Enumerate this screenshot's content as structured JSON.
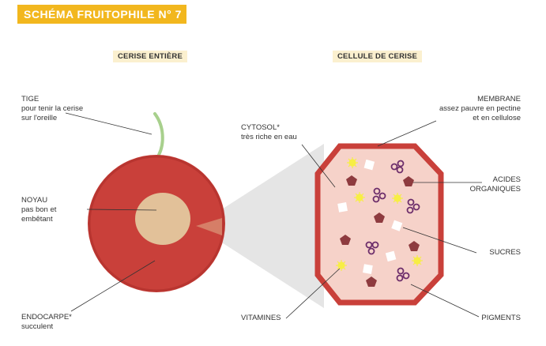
{
  "banner": {
    "title": "SCHÉMA FRUITOPHILE N° 7"
  },
  "sections": {
    "left": "CERISE ENTIÈRE",
    "right": "CELLULE DE CERISE"
  },
  "labels": {
    "tige_title": "TIGE",
    "tige_l1": "pour tenir la cerise",
    "tige_l2": "sur l'oreille",
    "noyau_title": "NOYAU",
    "noyau_l1": "pas bon et",
    "noyau_l2": "embêtant",
    "endocarpe_title": "ENDOCARPE*",
    "endocarpe_l1": "succulent",
    "cytosol_title": "CYTOSOL*",
    "cytosol_l1": "très riche en eau",
    "membrane_title": "MEMBRANE",
    "membrane_l1": "assez pauvre en pectine",
    "membrane_l2": "et en cellulose",
    "acides_l1": "ACIDES",
    "acides_l2": "ORGANIQUES",
    "sucres": "SUCRES",
    "vitamines": "VITAMINES",
    "pigments": "PIGMENTS"
  },
  "colors": {
    "banner": "#f2b71e",
    "cherry": "#c9403a",
    "pit": "#e2c199",
    "stem": "#a8d08d",
    "cell_fill": "#f6d2c9",
    "acid": "#8e3b3f",
    "pigment": "#6d2e6b",
    "vitamin": "#f7ee45"
  }
}
